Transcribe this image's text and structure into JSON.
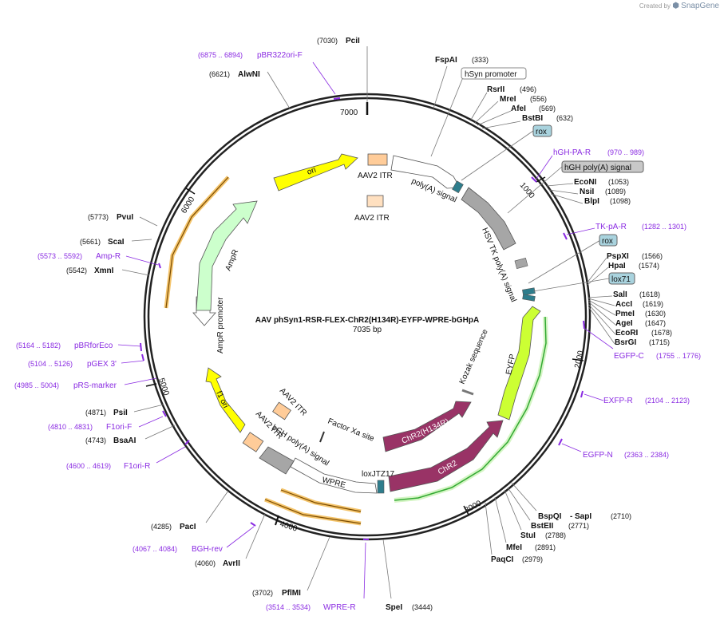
{
  "app": {
    "credit_prefix": "Created by",
    "credit_brand": "SnapGene"
  },
  "plasmid": {
    "name": "AAV phSyn1-RSR-FLEX-ChR2(H134R)-EYFP-WPRE-bGHpA",
    "length_label": "7035 bp",
    "length": 7035
  },
  "ticks": [
    "1000",
    "2000",
    "3000",
    "4000",
    "5000",
    "6000",
    "7000"
  ],
  "enzymes": [
    {
      "name": "PciI",
      "pos": "(7030)"
    },
    {
      "name": "FspAI",
      "pos": "(333)"
    },
    {
      "name": "RsrII",
      "pos": "(496)"
    },
    {
      "name": "MreI",
      "pos": "(556)"
    },
    {
      "name": "AfeI",
      "pos": "(569)"
    },
    {
      "name": "BstBI",
      "pos": "(632)"
    },
    {
      "name": "EcoNI",
      "pos": "(1053)"
    },
    {
      "name": "NsiI",
      "pos": "(1089)"
    },
    {
      "name": "BlpI",
      "pos": "(1098)"
    },
    {
      "name": "PspXI",
      "pos": "(1566)"
    },
    {
      "name": "HpaI",
      "pos": "(1574)"
    },
    {
      "name": "SalI",
      "pos": "(1618)"
    },
    {
      "name": "AccI",
      "pos": "(1619)"
    },
    {
      "name": "PmeI",
      "pos": "(1630)"
    },
    {
      "name": "AgeI",
      "pos": "(1647)"
    },
    {
      "name": "EcoRI",
      "pos": "(1678)"
    },
    {
      "name": "BsrGI",
      "pos": "(1715)"
    },
    {
      "name": "BspQI",
      "pos": "(2710)"
    },
    {
      "name": "SapI",
      "pos": ""
    },
    {
      "name": "BstEII",
      "pos": "(2771)"
    },
    {
      "name": "StuI",
      "pos": "(2788)"
    },
    {
      "name": "MfeI",
      "pos": "(2891)"
    },
    {
      "name": "PaqCI",
      "pos": "(2979)"
    },
    {
      "name": "SpeI",
      "pos": "(3444)"
    },
    {
      "name": "PflMI",
      "pos": "(3702)"
    },
    {
      "name": "AvrII",
      "pos": "(4060)"
    },
    {
      "name": "PacI",
      "pos": "(4285)"
    },
    {
      "name": "BsaAI",
      "pos": "(4743)"
    },
    {
      "name": "PsiI",
      "pos": "(4871)"
    },
    {
      "name": "XmnI",
      "pos": "(5542)"
    },
    {
      "name": "ScaI",
      "pos": "(5661)"
    },
    {
      "name": "PvuI",
      "pos": "(5773)"
    },
    {
      "name": "AlwNI",
      "pos": "(6621)"
    }
  ],
  "primers": [
    {
      "name": "pBR322ori-F",
      "range": "(6875 .. 6894)"
    },
    {
      "name": "hGH-PA-R",
      "range": "(970 .. 989)"
    },
    {
      "name": "TK-pA-R",
      "range": "(1282 .. 1301)"
    },
    {
      "name": "EGFP-C",
      "range": "(1755 .. 1776)"
    },
    {
      "name": "EXFP-R",
      "range": "(2104 .. 2123)"
    },
    {
      "name": "EGFP-N",
      "range": "(2363 .. 2384)"
    },
    {
      "name": "WPRE-R",
      "range": "(3514 .. 3534)"
    },
    {
      "name": "BGH-rev",
      "range": "(4067 .. 4084)"
    },
    {
      "name": "F1ori-R",
      "range": "(4600 .. 4619)"
    },
    {
      "name": "F1ori-F",
      "range": "(4810 .. 4831)"
    },
    {
      "name": "pRS-marker",
      "range": "(4985 .. 5004)"
    },
    {
      "name": "pGEX 3'",
      "range": "(5104 .. 5126)"
    },
    {
      "name": "pBRforEco",
      "range": "(5164 .. 5182)"
    },
    {
      "name": "Amp-R",
      "range": "(5573 .. 5592)"
    }
  ],
  "boxed_features": [
    "hSyn promoter",
    "rox",
    "hGH poly(A) signal",
    "rox",
    "lox71"
  ],
  "features": [
    {
      "name": "ori",
      "color": "#ffff00"
    },
    {
      "name": "AAV2 ITR",
      "color": "#ffcc99"
    },
    {
      "name": "AAV2 ITR",
      "color": "#ffe0c0"
    },
    {
      "name": "poly(A) signal",
      "color": "#ffffff"
    },
    {
      "name": "HSV TK poly(A) signal",
      "color": "#a6a6a6"
    },
    {
      "name": "EYFP",
      "color": "#ccff33"
    },
    {
      "name": "Kozak sequence",
      "color": "#888888"
    },
    {
      "name": "ChR2(H134R)",
      "color": "#993366"
    },
    {
      "name": "ChR2",
      "color": "#993366"
    },
    {
      "name": "loxJTZ17",
      "color": "#2e7d8c"
    },
    {
      "name": "WPRE",
      "color": "#ffffff"
    },
    {
      "name": "bGH poly(A) signal",
      "color": "#a6a6a6"
    },
    {
      "name": "AAV2 ITR",
      "color": "#ffcc99"
    },
    {
      "name": "AAV2 ITR",
      "color": "#ffcc99"
    },
    {
      "name": "Factor Xa site",
      "color": "#333333"
    },
    {
      "name": "f1 ori",
      "color": "#ffff00"
    },
    {
      "name": "AmpR promoter",
      "color": "#ffffff"
    },
    {
      "name": "AmpR",
      "color": "#ccffcc"
    }
  ]
}
